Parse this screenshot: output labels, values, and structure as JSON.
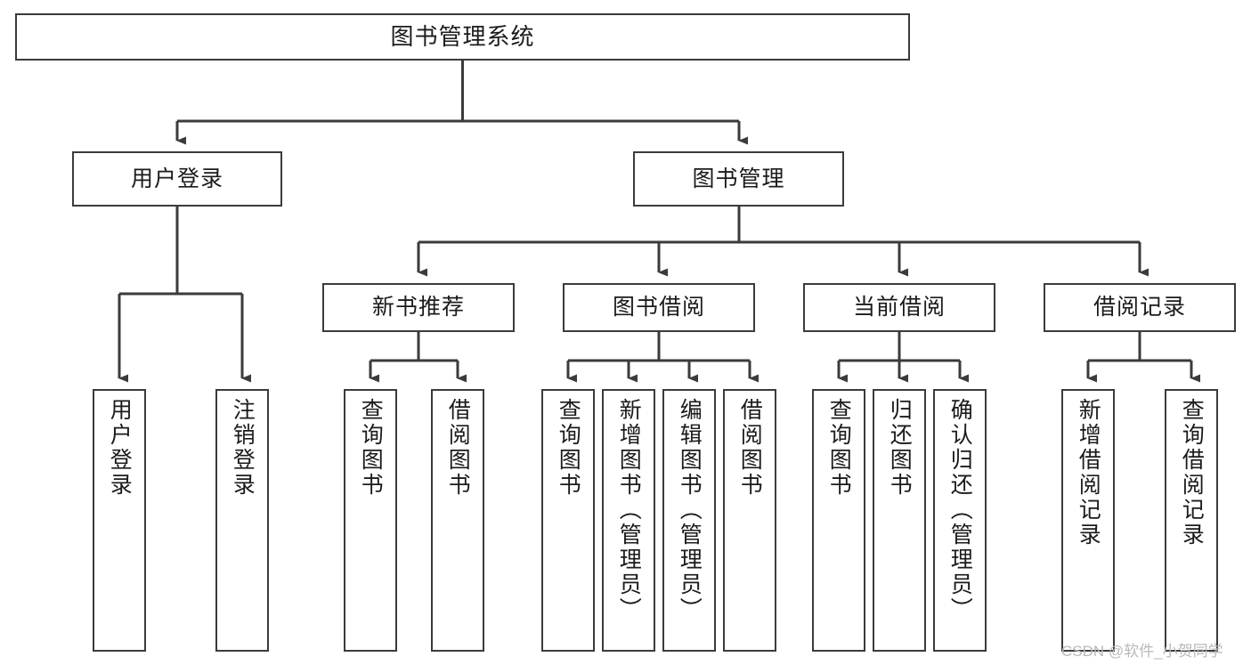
{
  "diagram": {
    "title": "图书管理系统",
    "type": "tree-hierarchy",
    "watermark": "CSDN @软件_小贺同学",
    "colors": {
      "stroke": "#3b3b3b",
      "fill": "#ffffff",
      "text": "#1b1b1b",
      "watermark": "#b9b9b9"
    },
    "levels": {
      "root": {
        "label": "图书管理系统"
      },
      "level2": [
        {
          "id": "user-login",
          "label": "用户登录"
        },
        {
          "id": "book-manage",
          "label": "图书管理"
        }
      ],
      "level3": [
        {
          "id": "new-book-rec",
          "label": "新书推荐",
          "parent": "book-manage"
        },
        {
          "id": "book-borrow",
          "label": "图书借阅",
          "parent": "book-manage"
        },
        {
          "id": "current-borrow",
          "label": "当前借阅",
          "parent": "book-manage"
        },
        {
          "id": "borrow-record",
          "label": "借阅记录",
          "parent": "book-manage"
        }
      ],
      "leaves": [
        {
          "id": "leaf-user-login",
          "label": "用户登录",
          "parent": "user-login"
        },
        {
          "id": "leaf-user-logout",
          "label": "注销登录",
          "parent": "user-login"
        },
        {
          "id": "leaf-query-book-1",
          "label": "查询图书",
          "parent": "new-book-rec"
        },
        {
          "id": "leaf-borrow-book-1",
          "label": "借阅图书",
          "parent": "new-book-rec"
        },
        {
          "id": "leaf-query-book-2",
          "label": "查询图书",
          "parent": "book-borrow"
        },
        {
          "id": "leaf-add-book",
          "label": "新增图书（管理员）",
          "parent": "book-borrow"
        },
        {
          "id": "leaf-edit-book",
          "label": "编辑图书（管理员）",
          "parent": "book-borrow"
        },
        {
          "id": "leaf-borrow-book-2",
          "label": "借阅图书",
          "parent": "book-borrow"
        },
        {
          "id": "leaf-query-book-3",
          "label": "查询图书",
          "parent": "current-borrow"
        },
        {
          "id": "leaf-return-book",
          "label": "归还图书",
          "parent": "current-borrow"
        },
        {
          "id": "leaf-confirm-return",
          "label": "确认归还（管理员）",
          "parent": "current-borrow"
        },
        {
          "id": "leaf-add-record",
          "label": "新增借阅记录",
          "parent": "borrow-record"
        },
        {
          "id": "leaf-query-record",
          "label": "查询借阅记录",
          "parent": "borrow-record"
        }
      ]
    }
  }
}
